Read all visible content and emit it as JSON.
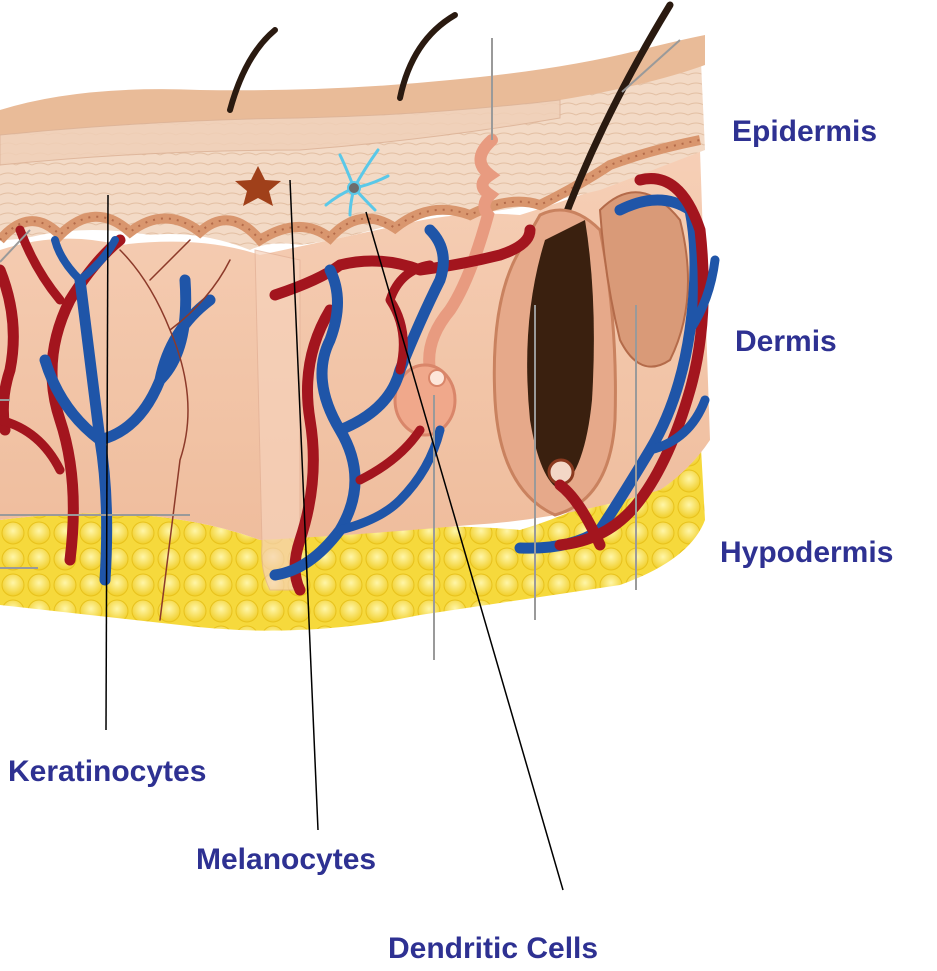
{
  "labels": {
    "epidermis": "Epidermis",
    "dermis": "Dermis",
    "hypodermis": "Hypodermis",
    "keratinocytes": "Keratinocytes",
    "melanocytes": "Melanocytes",
    "dendritic_cells": "Dendritic Cells"
  },
  "colors": {
    "label_text": "#2e3192",
    "skin_surface": "#e8b896",
    "epidermis_layer": "#f2d7c0",
    "dermis": "#f3c6ab",
    "fat": "#f7dc3c",
    "artery": "#a3151e",
    "vein": "#1f55a8",
    "melanocyte_marker": "#a0401a",
    "dendritic_cell": "#5ac8e8",
    "hair": "#2a1a10"
  },
  "icons": {
    "melanocyte_marker": "star-icon",
    "dendritic_cell": "dendritic-cell-icon"
  }
}
